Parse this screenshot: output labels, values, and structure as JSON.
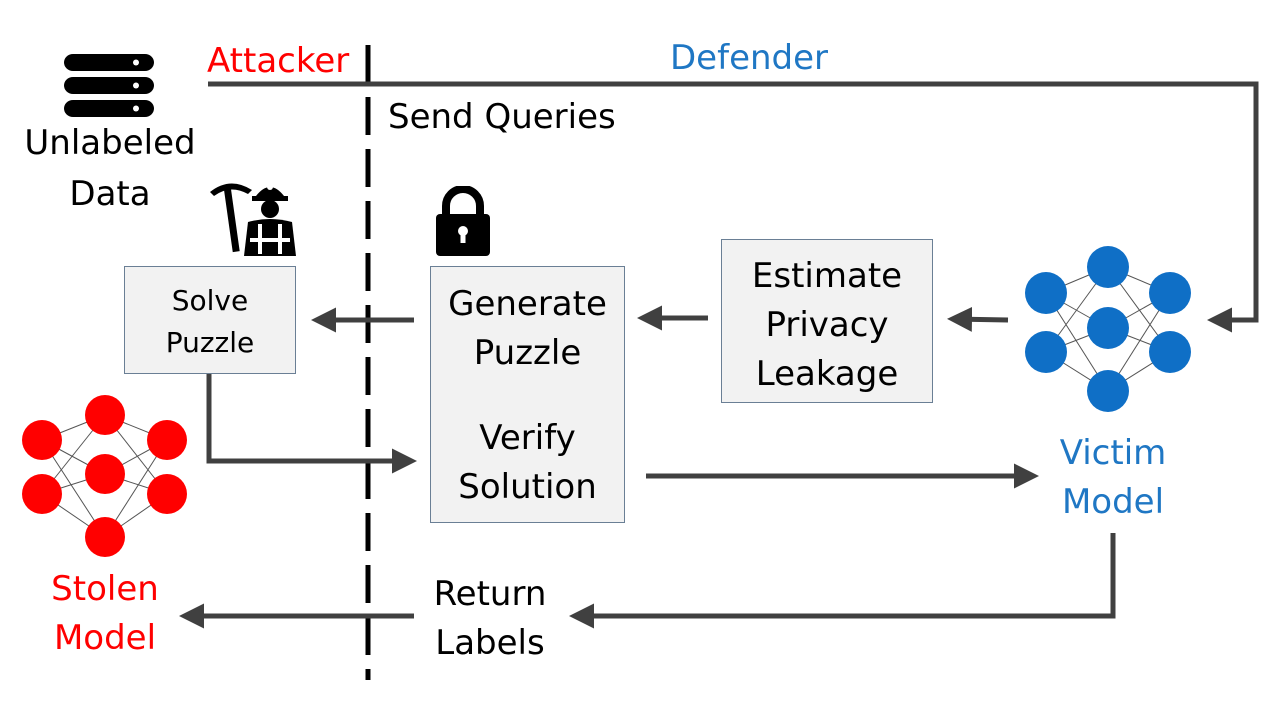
{
  "roles": {
    "attacker": "Attacker",
    "defender": "Defender"
  },
  "data_source": {
    "line1": "Unlabeled",
    "line2": "Data",
    "icon": "database-icon"
  },
  "steps": {
    "send_queries": "Send Queries",
    "solve_puzzle": {
      "line1": "Solve",
      "line2": "Puzzle",
      "icon": "miner-icon"
    },
    "generate_puzzle": {
      "line1": "Generate",
      "line2": "Puzzle",
      "icon": "lock-icon"
    },
    "verify_solution": {
      "line1": "Verify",
      "line2": "Solution"
    },
    "estimate_privacy": {
      "line1": "Estimate",
      "line2": "Privacy",
      "line3": "Leakage"
    },
    "return_labels": {
      "line1": "Return",
      "line2": "Labels"
    }
  },
  "victim_model": {
    "line1": "Victim",
    "line2": "Model",
    "icon": "neural-network-icon"
  },
  "stolen_model": {
    "line1": "Stolen",
    "line2": "Model",
    "icon": "neural-network-icon"
  },
  "colors": {
    "attacker": "#ff0000",
    "defender": "#1f77c4",
    "victim_nodes": "#0f6fc6",
    "stolen_nodes": "#ff0000",
    "arrow": "#404040",
    "box_fill": "#f2f2f2",
    "box_border": "#6a7f95"
  }
}
